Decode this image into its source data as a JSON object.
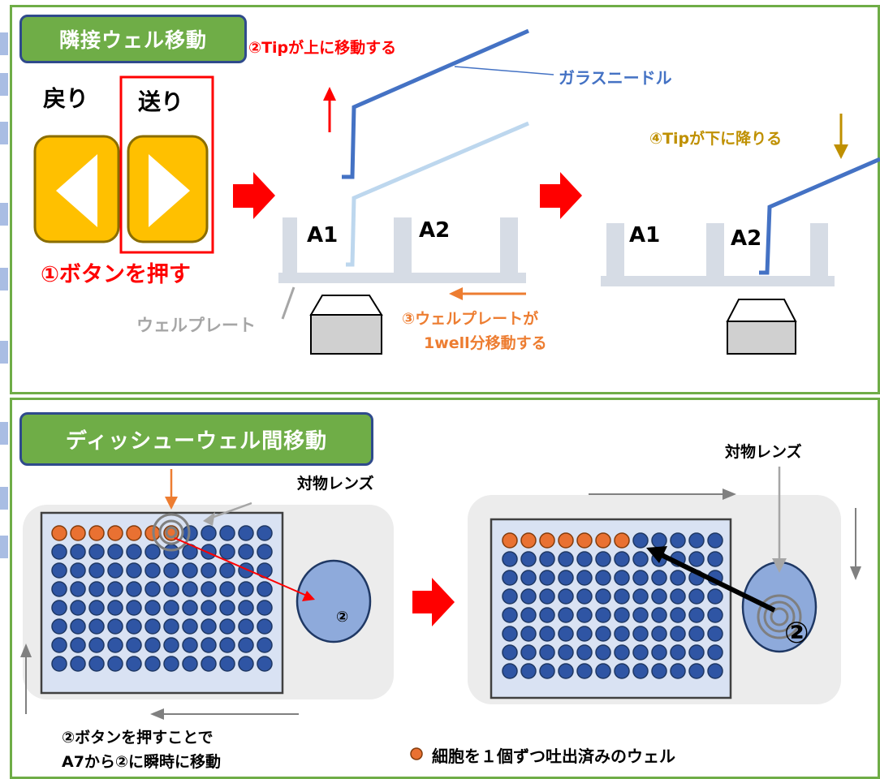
{
  "top": {
    "title": "隣接ウェル移動",
    "back_label": "戻り",
    "forward_label": "送り",
    "step1": "①ボタンを押す",
    "step2": "②Tipが上に移動する",
    "step3_line1": "③ウェルプレートが",
    "step3_line2": "1well分移動する",
    "step4": "④Tipが下に降りる",
    "needle_label": "ガラスニードル",
    "plate_label": "ウェルプレート",
    "well_a1": "A1",
    "well_a2": "A2"
  },
  "bottom": {
    "title": "ディッシューウェル間移動",
    "lens_label_left": "対物レンズ",
    "lens_label_right": "対物レンズ",
    "dish_label_small": "②",
    "dish_label_large": "②",
    "caption_line1": "②ボタンを押すことで",
    "caption_line2": "A7から②に瞬時に移動",
    "legend_text": "細胞を１個ずつ吐出済みのウェル"
  },
  "colors": {
    "panel_border": "#6fad47",
    "badge_fill": "#6fad47",
    "badge_border": "#2f4a8c",
    "button_fill": "#ffc000",
    "red": "#ff0000",
    "needle_blue": "#4472c4",
    "needle_light": "#bdd7ee",
    "orange": "#ed7d31",
    "gold": "#bf9000",
    "plate_gray": "#d6dce5",
    "well_blue": "#2f55a4",
    "done_orange": "#e97132"
  }
}
